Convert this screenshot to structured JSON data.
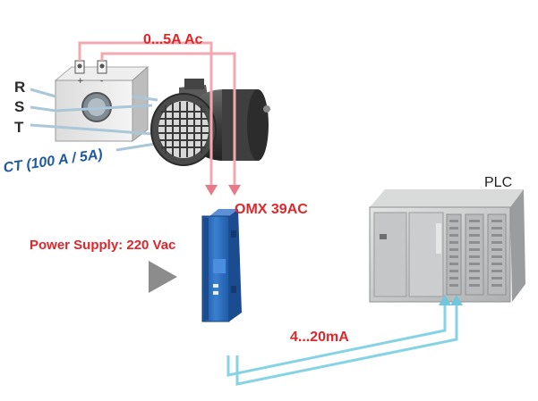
{
  "labels": {
    "ct_signal": "0...5A Ac",
    "phases": [
      "R",
      "S",
      "T"
    ],
    "ct": "CT (100 A / 5A)",
    "device": "OMX 39AC",
    "power_supply": "Power Supply: 220 Vac",
    "plc": "PLC",
    "output_signal": "4...20mA"
  },
  "colors": {
    "ct_signal_wire": "#f2a8b0",
    "ct_signal_arrow": "#e87a88",
    "output_wire": "#86d3e6",
    "label_red": "#e0262b",
    "ct_label_blue": "#1f5a9e",
    "device_blue": "#2f6fc0"
  }
}
